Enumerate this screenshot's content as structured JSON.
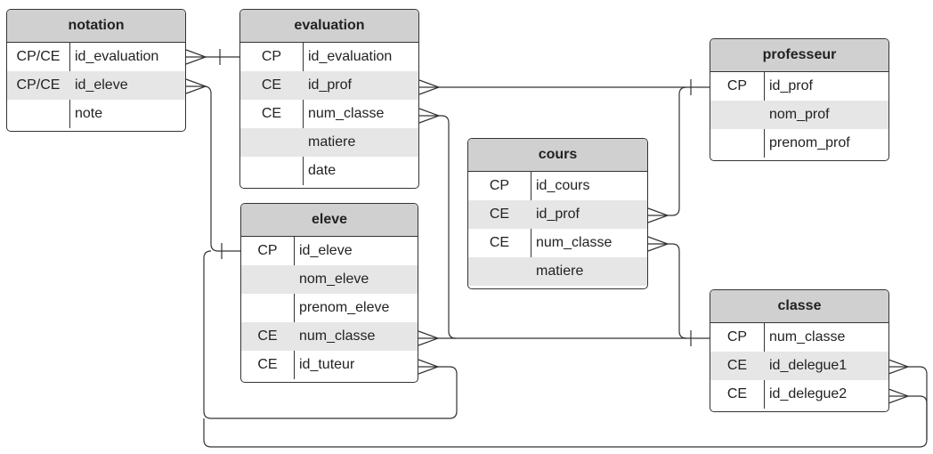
{
  "entities": {
    "notation": {
      "title": "notation",
      "rows": [
        {
          "key": "CP/CE",
          "field": "id_evaluation"
        },
        {
          "key": "CP/CE",
          "field": "id_eleve"
        },
        {
          "key": "",
          "field": "note"
        }
      ]
    },
    "evaluation": {
      "title": "evaluation",
      "rows": [
        {
          "key": "CP",
          "field": "id_evaluation"
        },
        {
          "key": "CE",
          "field": "id_prof"
        },
        {
          "key": "CE",
          "field": "num_classe"
        },
        {
          "key": "",
          "field": "matiere"
        },
        {
          "key": "",
          "field": "date"
        }
      ]
    },
    "eleve": {
      "title": "eleve",
      "rows": [
        {
          "key": "CP",
          "field": "id_eleve"
        },
        {
          "key": "",
          "field": "nom_eleve"
        },
        {
          "key": "",
          "field": "prenom_eleve"
        },
        {
          "key": "CE",
          "field": "num_classe"
        },
        {
          "key": "CE",
          "field": "id_tuteur"
        }
      ]
    },
    "cours": {
      "title": "cours",
      "rows": [
        {
          "key": "CP",
          "field": "id_cours"
        },
        {
          "key": "CE",
          "field": "id_prof"
        },
        {
          "key": "CE",
          "field": "num_classe"
        },
        {
          "key": "",
          "field": "matiere"
        }
      ]
    },
    "professeur": {
      "title": "professeur",
      "rows": [
        {
          "key": "CP",
          "field": "id_prof"
        },
        {
          "key": "",
          "field": "nom_prof"
        },
        {
          "key": "",
          "field": "prenom_prof"
        }
      ]
    },
    "classe": {
      "title": "classe",
      "rows": [
        {
          "key": "CP",
          "field": "num_classe"
        },
        {
          "key": "CE",
          "field": "id_delegue1"
        },
        {
          "key": "CE",
          "field": "id_delegue2"
        }
      ]
    }
  },
  "colors": {
    "header": "#d0d0d0",
    "shaded_row": "#e6e6e6",
    "line": "#333333",
    "background": "#ffffff"
  }
}
